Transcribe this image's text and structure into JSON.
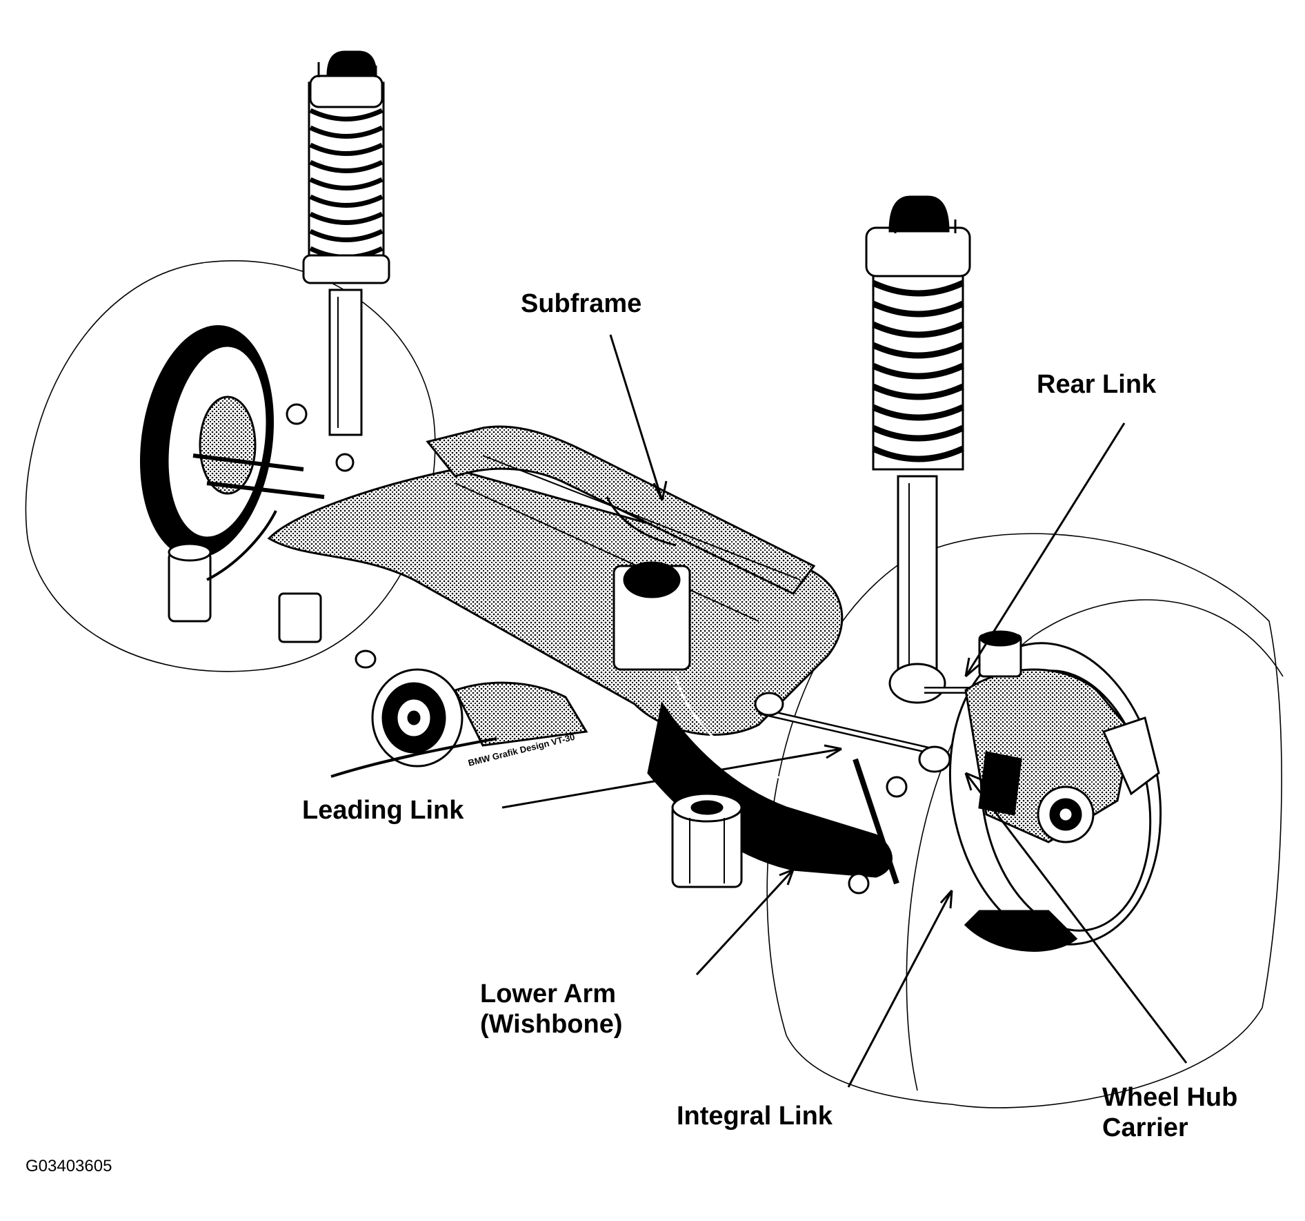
{
  "labels": {
    "subframe": "Subframe",
    "rear_link": "Rear Link",
    "leading_link": "Leading Link",
    "lower_arm_line1": "Lower Arm",
    "lower_arm_line2": "(Wishbone)",
    "integral_link": "Integral Link",
    "wheel_hub_carrier_line1": "Wheel Hub",
    "wheel_hub_carrier_line2": "Carrier"
  },
  "figure_id": "G03403605",
  "artwork_credit": "BMW Grafik Design VT-30",
  "colors": {
    "ink": "#000000",
    "paper": "#ffffff",
    "shade": "#555555"
  }
}
